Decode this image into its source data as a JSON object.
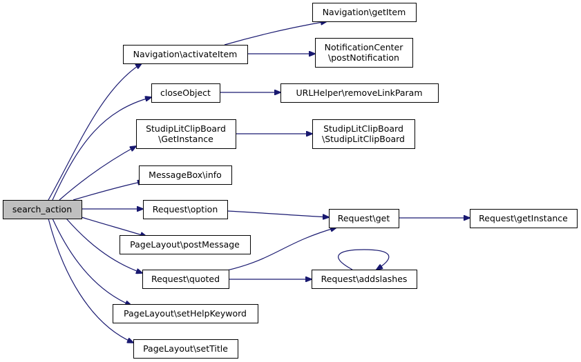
{
  "colors": {
    "edge": "#191970",
    "node_border": "#000000",
    "node_fill": "#ffffff",
    "root_fill": "#bfbfbf",
    "text": "#000000"
  },
  "nodes": [
    {
      "id": "search_action",
      "lines": [
        "search_action"
      ],
      "root": true
    },
    {
      "id": "nav_activate",
      "lines": [
        "Navigation\\activateItem"
      ]
    },
    {
      "id": "nav_getitem",
      "lines": [
        "Navigation\\getItem"
      ]
    },
    {
      "id": "notif_post",
      "lines": [
        "NotificationCenter",
        "\\postNotification"
      ]
    },
    {
      "id": "close_object",
      "lines": [
        "closeObject"
      ]
    },
    {
      "id": "url_remove",
      "lines": [
        "URLHelper\\removeLinkParam"
      ]
    },
    {
      "id": "clip_getinstance",
      "lines": [
        "StudipLitClipBoard",
        "\\GetInstance"
      ]
    },
    {
      "id": "clip_ctor",
      "lines": [
        "StudipLitClipBoard",
        "\\StudipLitClipBoard"
      ]
    },
    {
      "id": "msg_info",
      "lines": [
        "MessageBox\\info"
      ]
    },
    {
      "id": "req_option",
      "lines": [
        "Request\\option"
      ]
    },
    {
      "id": "req_get",
      "lines": [
        "Request\\get"
      ]
    },
    {
      "id": "req_getinstance",
      "lines": [
        "Request\\getInstance"
      ]
    },
    {
      "id": "pl_postmessage",
      "lines": [
        "PageLayout\\postMessage"
      ]
    },
    {
      "id": "req_quoted",
      "lines": [
        "Request\\quoted"
      ]
    },
    {
      "id": "req_addslashes",
      "lines": [
        "Request\\addslashes"
      ]
    },
    {
      "id": "pl_sethelp",
      "lines": [
        "PageLayout\\setHelpKeyword"
      ]
    },
    {
      "id": "pl_settitle",
      "lines": [
        "PageLayout\\setTitle"
      ]
    }
  ],
  "edges": [
    {
      "from": "search_action",
      "to": "nav_activate"
    },
    {
      "from": "search_action",
      "to": "close_object"
    },
    {
      "from": "search_action",
      "to": "clip_getinstance"
    },
    {
      "from": "search_action",
      "to": "msg_info"
    },
    {
      "from": "search_action",
      "to": "req_option"
    },
    {
      "from": "search_action",
      "to": "pl_postmessage"
    },
    {
      "from": "search_action",
      "to": "req_quoted"
    },
    {
      "from": "search_action",
      "to": "pl_sethelp"
    },
    {
      "from": "search_action",
      "to": "pl_settitle"
    },
    {
      "from": "nav_activate",
      "to": "nav_getitem"
    },
    {
      "from": "nav_activate",
      "to": "notif_post"
    },
    {
      "from": "close_object",
      "to": "url_remove"
    },
    {
      "from": "clip_getinstance",
      "to": "clip_ctor"
    },
    {
      "from": "req_option",
      "to": "req_get"
    },
    {
      "from": "req_get",
      "to": "req_getinstance"
    },
    {
      "from": "req_quoted",
      "to": "req_get"
    },
    {
      "from": "req_quoted",
      "to": "req_addslashes"
    },
    {
      "from": "req_addslashes",
      "to": "req_addslashes"
    }
  ]
}
